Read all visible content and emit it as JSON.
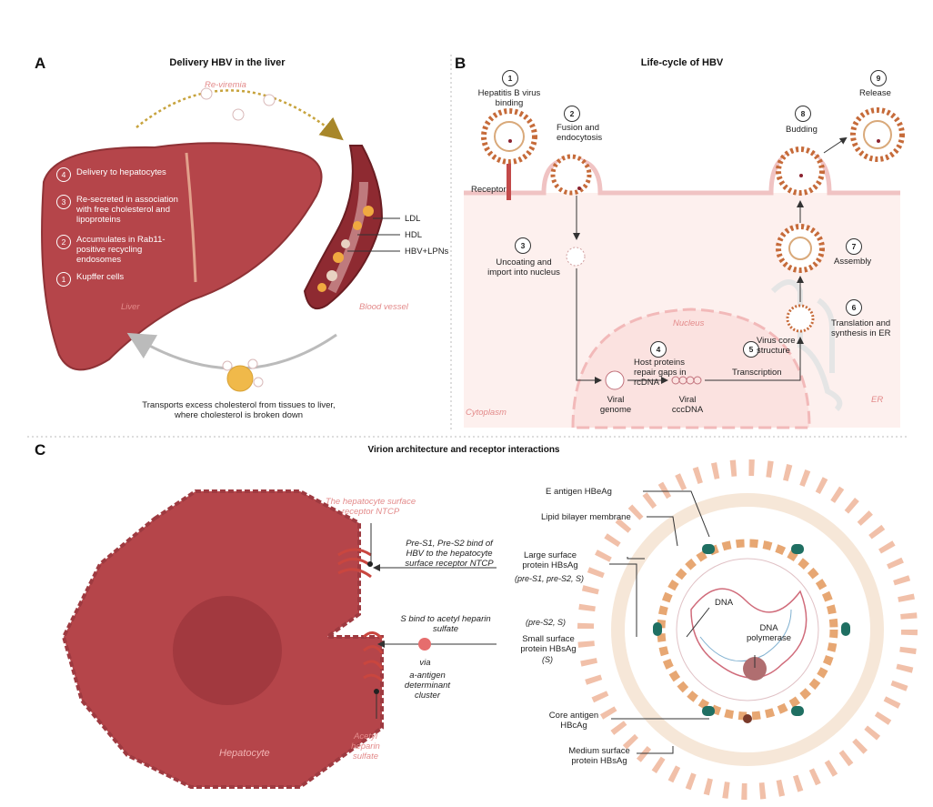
{
  "panel_a": {
    "letter": "A",
    "title": "Delivery HBV in the liver",
    "reviremia": "Re-viremia",
    "liver_label": "Liver",
    "blood_vessel_label": "Blood vessel",
    "ldl": "LDL",
    "hdl": "HDL",
    "hbv_lpns": "HBV+LPNs",
    "steps": [
      {
        "num": "4",
        "text": "Delivery to hepatocytes"
      },
      {
        "num": "3",
        "text": "Re-secreted in association with free cholesterol and lipoproteins"
      },
      {
        "num": "2",
        "text": "Accumulates in Rab11-positive recycling endosomes"
      },
      {
        "num": "1",
        "text": "Kupffer cells"
      }
    ],
    "caption": "Transports excess cholesterol from tissues to liver, where cholesterol is broken down"
  },
  "panel_b": {
    "letter": "B",
    "title": "Life-cycle of HBV",
    "receptor": "Receptor",
    "nucleus": "Nucleus",
    "cytoplasm": "Cytoplasm",
    "er": "ER",
    "steps": [
      {
        "num": "1",
        "text": "Hepatitis B virus binding"
      },
      {
        "num": "2",
        "text": "Fusion and endocytosis"
      },
      {
        "num": "3",
        "text": "Uncoating and import into nucleus"
      },
      {
        "num": "4",
        "text": "Host proteins repair gaps in rcDNA"
      },
      {
        "num": "5",
        "text": "Transcription"
      },
      {
        "num": "6",
        "text": "Translation and synthesis in ER"
      },
      {
        "num": "7",
        "text": "Assembly"
      },
      {
        "num": "8",
        "text": "Budding"
      },
      {
        "num": "9",
        "text": "Release"
      }
    ],
    "viral_genome": "Viral genome",
    "viral_cccdna": "Viral cccDNA",
    "virus_core": "Virus core structure"
  },
  "panel_c": {
    "letter": "C",
    "title": "Virion architecture and receptor interactions",
    "ntcp_label": "The hepatocyte surface receptor NTCP",
    "pre_s_bind": "Pre-S1, Pre-S2 bind of HBV to the hepatocyte surface receptor NTCP",
    "s_bind": "S bind to acetyl heparin sulfate",
    "via": "via",
    "a_antigen": "a-antigen determinant cluster",
    "hepatocyte": "Hepatocyte",
    "acetyl_heparin": "Acetyl heparin sulfate",
    "e_antigen": "E antigen HBeAg",
    "lipid_bilayer": "Lipid bilayer membrane",
    "large_surface": "Large surface protein HBsAg",
    "large_surface_sub": "(pre-S1, pre-S2, S)",
    "pre_s2_s": "(pre-S2, S)",
    "small_surface": "Small surface protein HBsAg",
    "small_surface_sub": "(S)",
    "dna": "DNA",
    "dna_polymerase": "DNA polymerase",
    "core_antigen": "Core antigen HBcAg",
    "medium_surface": "Medium surface protein HBsAg"
  }
}
